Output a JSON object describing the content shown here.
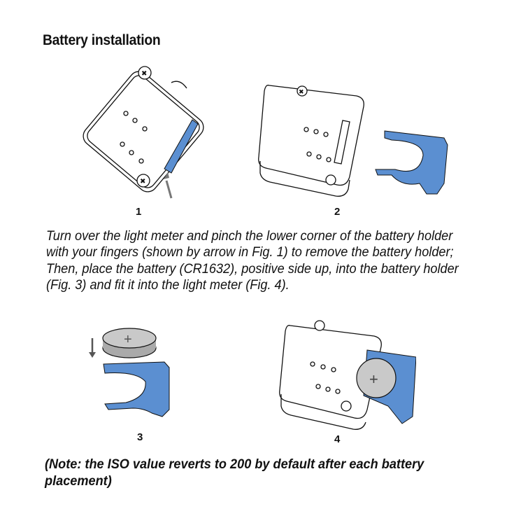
{
  "title": "Battery installation",
  "figures": [
    {
      "label": "1"
    },
    {
      "label": "2"
    },
    {
      "label": "3"
    },
    {
      "label": "4"
    }
  ],
  "instructions": "Turn over the light meter and pinch the lower corner of the battery holder with your fingers (shown by arrow in Fig. 1) to remove the battery holder; Then, place the battery (CR1632), positive side up, into the battery holder (Fig. 3) and fit it into the light meter (Fig. 4).",
  "note": "(Note: the ISO value reverts to 200 by default after each battery placement)",
  "colors": {
    "holder_blue": "#5b8fd1",
    "battery_gray": "#c9c9c9",
    "arrow_gray": "#777777"
  }
}
